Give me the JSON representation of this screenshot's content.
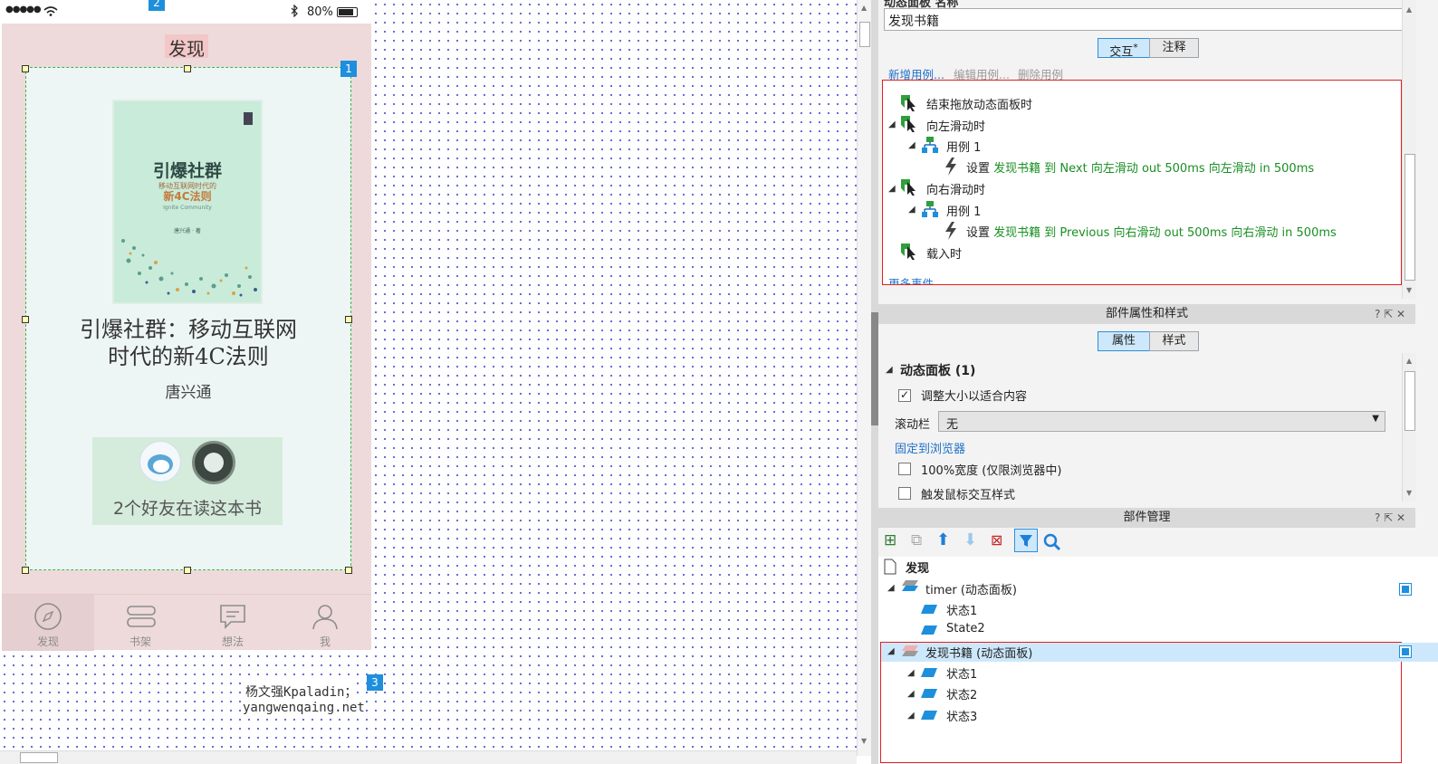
{
  "status_bar": {
    "signal": "●●●●●",
    "battery": "80%"
  },
  "phone": {
    "title": "发现",
    "book": {
      "cover_title": "引爆社群",
      "cover_subtitle": "移动互联网时代的",
      "cover_rule": "新4C法则",
      "cover_en": "Ignite Community",
      "cover_author": "唐兴通 · 著",
      "title_line1": "引爆社群：移动互联网",
      "title_line2": "时代的新4C法则",
      "author": "唐兴通"
    },
    "friends_text": "2个好友在读这本书",
    "tabs": [
      {
        "label": "发现",
        "icon": "compass-icon"
      },
      {
        "label": "书架",
        "icon": "bookshelf-icon"
      },
      {
        "label": "想法",
        "icon": "comment-icon"
      },
      {
        "label": "我",
        "icon": "person-icon"
      }
    ]
  },
  "badges": {
    "b1": "1",
    "b2": "2",
    "b3": "3"
  },
  "watermark": {
    "line1": "杨文强Kpaladin；",
    "line2": "yangwenqaing.net"
  },
  "interaction_panel": {
    "name_label": "动态面板 名称",
    "name_value": "发现书籍",
    "tabs": [
      {
        "label": "交互",
        "star": "*",
        "active": true
      },
      {
        "label": "注释",
        "active": false
      }
    ],
    "actions": [
      "新增用例...",
      "编辑用例...",
      "删除用例"
    ],
    "events": [
      {
        "label": "结束拖放动态面板时"
      },
      {
        "label": "向左滑动时",
        "case": "用例 1",
        "action_prefix": "设置 ",
        "action_target": "发现书籍 到 Next 向左滑动 out 500ms 向左滑动 in 500ms"
      },
      {
        "label": "向右滑动时",
        "case": "用例 1",
        "action_prefix": "设置 ",
        "action_target": "发现书籍 到 Previous 向右滑动 out 500ms 向右滑动 in 500ms"
      },
      {
        "label": "载入时"
      }
    ],
    "more_events": "更多事件"
  },
  "props_panel": {
    "title": "部件属性和样式",
    "tabs": [
      {
        "label": "属性",
        "active": true
      },
      {
        "label": "样式",
        "active": false
      }
    ],
    "group": "动态面板 (1)",
    "fit_content": {
      "label": "调整大小以适合内容",
      "checked": true
    },
    "scrollbar": {
      "label": "滚动栏",
      "value": "无"
    },
    "pin_link": "固定到浏览器",
    "full_width": {
      "label": "100%宽度 (仅限浏览器中)",
      "checked": false
    },
    "mouse_style": {
      "label": "触发鼠标交互样式",
      "checked": false
    }
  },
  "outline_panel": {
    "title": "部件管理",
    "page": "发现",
    "items": [
      {
        "label": "timer (动态面板)",
        "states": [
          "状态1",
          "State2"
        ]
      },
      {
        "label": "发现书籍 (动态面板)",
        "states": [
          "状态1",
          "状态2",
          "状态3"
        ]
      }
    ]
  },
  "colors": {
    "accent": "#1e8fdc",
    "link": "#2072c8",
    "green": "#1a8f23",
    "highlight": "#cde8fb",
    "red_border": "#e02020"
  }
}
